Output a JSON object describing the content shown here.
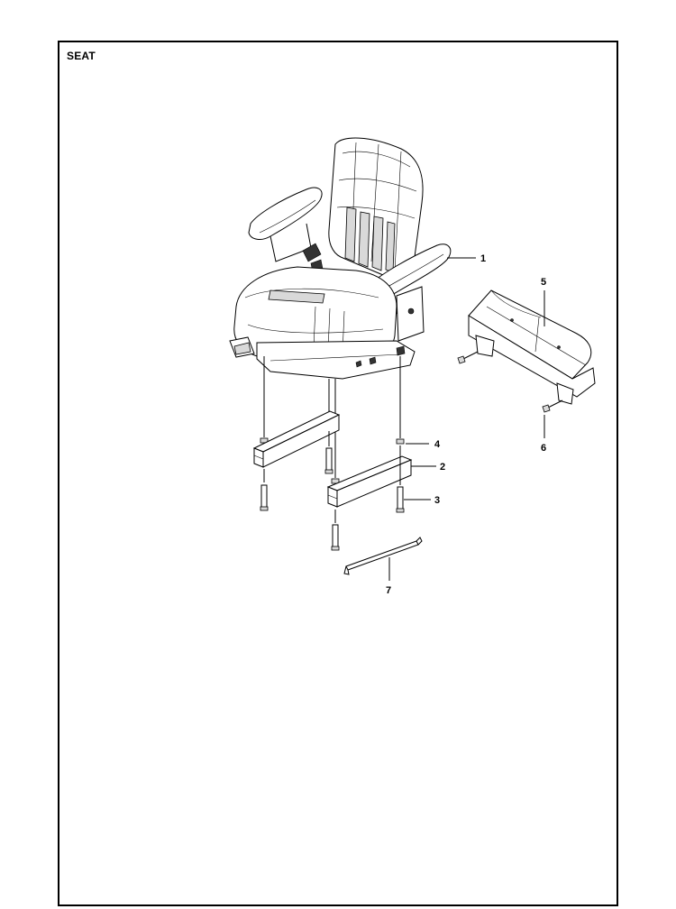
{
  "page": {
    "title": "SEAT"
  },
  "callouts": [
    {
      "id": "1",
      "label": "1"
    },
    {
      "id": "2",
      "label": "2"
    },
    {
      "id": "3",
      "label": "3"
    },
    {
      "id": "4",
      "label": "4"
    },
    {
      "id": "5",
      "label": "5"
    },
    {
      "id": "6",
      "label": "6"
    },
    {
      "id": "7",
      "label": "7"
    }
  ],
  "colors": {
    "line": "#000000",
    "background": "#ffffff",
    "shade": "#d9d9d9"
  }
}
